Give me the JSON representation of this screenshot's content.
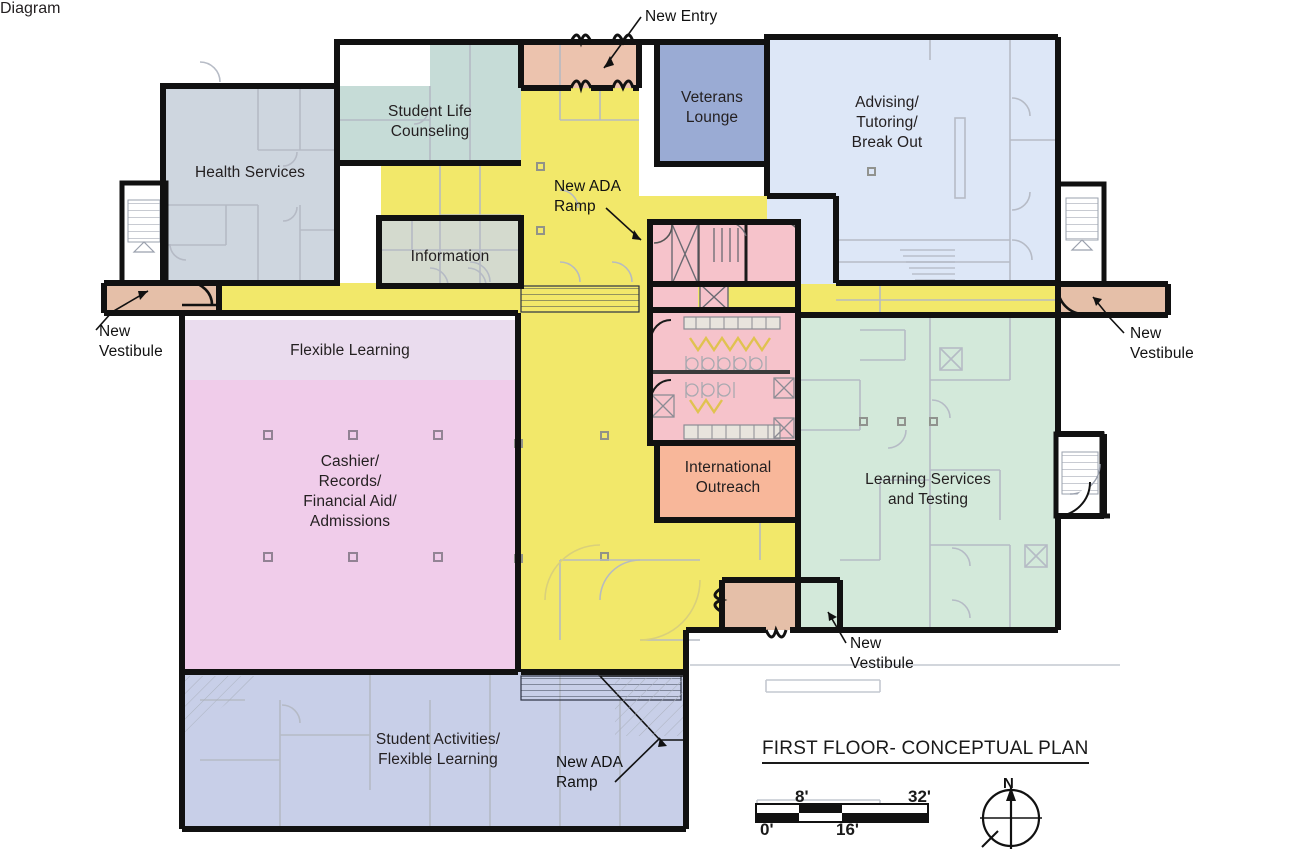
{
  "plan": {
    "title": "FIRST FLOOR- CONCEPTUAL PLAN",
    "rooms": [
      {
        "id": "health-services",
        "label": "Health Services",
        "color": "#ced6df"
      },
      {
        "id": "student-life-counseling",
        "label": "Student Life\nCounseling",
        "color": "#c6dcd7"
      },
      {
        "id": "veterans-lounge",
        "label": "Veterans\nLounge",
        "color": "#9aabd4"
      },
      {
        "id": "advising-tutoring",
        "label": "Advising/\nTutoring/\nBreak Out",
        "color": "#dde7f7"
      },
      {
        "id": "information",
        "label": "Information",
        "color": "#d4dace"
      },
      {
        "id": "flexible-learning",
        "label": "Flexible Learning",
        "color": "#eadcee"
      },
      {
        "id": "cashier-records",
        "label": "Cashier/\nRecords/\nFinancial Aid/\nAdmissions",
        "color": "#f0ccea"
      },
      {
        "id": "international-outreach",
        "label": "International\nOutreach",
        "color": "#f8b79a"
      },
      {
        "id": "learning-services",
        "label": "Learning Services\nand Testing",
        "color": "#d3e9da"
      },
      {
        "id": "student-activities",
        "label": "Student Activities/\nFlexible Learning",
        "color": "#c8cfe8"
      },
      {
        "id": "circulation",
        "label": "",
        "color": "#f2e86a"
      },
      {
        "id": "restrooms-stairs",
        "label": "",
        "color": "#f6c3cb"
      },
      {
        "id": "vestibule-fill",
        "label": "",
        "color": "#e5bfa8"
      }
    ],
    "callouts": [
      {
        "id": "new-entry",
        "label": "New Entry"
      },
      {
        "id": "new-ada-ramp-upper",
        "label": "New ADA\nRamp"
      },
      {
        "id": "new-vestibule-left",
        "label": "New\nVestibule"
      },
      {
        "id": "new-vestibule-right",
        "label": "New\nVestibule"
      },
      {
        "id": "new-vestibule-bottom",
        "label": "New\nVestibule"
      },
      {
        "id": "new-ada-ramp-lower",
        "label": "New ADA\nRamp"
      }
    ],
    "scale_bar": {
      "ticks_above": [
        "8'",
        "32'"
      ],
      "ticks_below": [
        "0'",
        "16'"
      ]
    },
    "north_arrow": {
      "label": "N"
    }
  }
}
